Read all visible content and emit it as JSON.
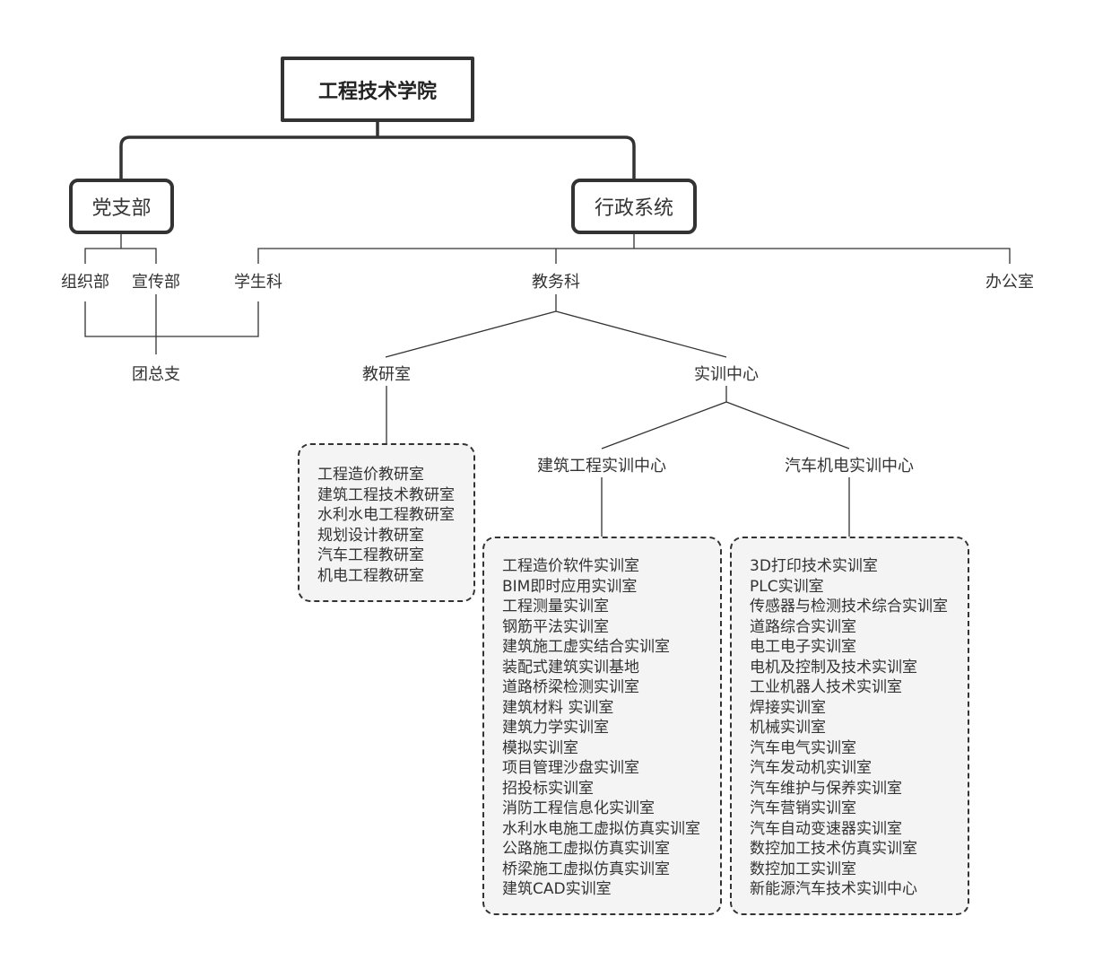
{
  "root": {
    "title": "工程技术学院"
  },
  "level2": {
    "party": "党支部",
    "admin": "行政系统"
  },
  "party_children": {
    "org": "组织部",
    "publicity": "宣传部"
  },
  "admin_children": {
    "students": "学生科",
    "academic": "教务科",
    "office": "办公室"
  },
  "youth_league": "团总支",
  "academic_children": {
    "research": "教研室",
    "training": "实训中心"
  },
  "training_children": {
    "construction": "建筑工程实训中心",
    "auto": "汽车机电实训中心"
  },
  "research_rooms": [
    "工程造价教研室",
    "建筑工程技术教研室",
    "水利水电工程教研室",
    "规划设计教研室",
    "汽车工程教研室",
    "机电工程教研室"
  ],
  "construction_rooms": [
    "工程造价软件实训室",
    "BIM即时应用实训室",
    "工程测量实训室",
    "钢筋平法实训室",
    "建筑施工虚实结合实训室",
    "装配式建筑实训基地",
    "道路桥梁检测实训室",
    "建筑材料 实训室",
    "建筑力学实训室",
    "模拟实训室",
    "项目管理沙盘实训室",
    "招投标实训室",
    "消防工程信息化实训室",
    "水利水电施工虚拟仿真实训室",
    "公路施工虚拟仿真实训室",
    "桥梁施工虚拟仿真实训室",
    "建筑CAD实训室"
  ],
  "auto_rooms": [
    "3D打印技术实训室",
    "PLC实训室",
    "传感器与检测技术综合实训室",
    "道路综合实训室",
    "电工电子实训室",
    "电机及控制及技术实训室",
    "工业机器人技术实训室",
    "焊接实训室",
    "机械实训室",
    "汽车电气实训室",
    "汽车发动机实训室",
    "汽车维护与保养实训室",
    "汽车营销实训室",
    "汽车自动变速器实训室",
    "数控加工技术仿真实训室",
    "数控加工实训室",
    "新能源汽车技术实训中心"
  ]
}
